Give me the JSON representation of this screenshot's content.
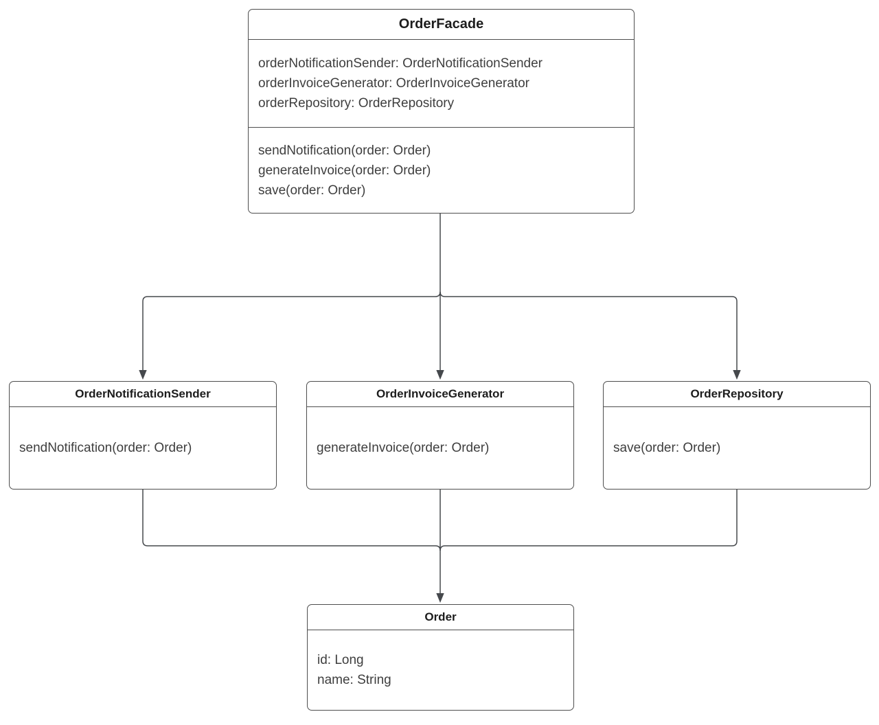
{
  "diagram": {
    "type": "uml-class-diagram",
    "pattern": "Facade",
    "classes": [
      {
        "id": "facade",
        "name": "OrderFacade",
        "attributes": [
          "orderNotificationSender: OrderNotificationSender",
          "orderInvoiceGenerator: OrderInvoiceGenerator",
          "orderRepository: OrderRepository"
        ],
        "methods": [
          "sendNotification(order: Order)",
          "generateInvoice(order: Order)",
          "save(order: Order)"
        ]
      },
      {
        "id": "sender",
        "name": "OrderNotificationSender",
        "attributes": [],
        "methods": [
          "sendNotification(order: Order)"
        ]
      },
      {
        "id": "generator",
        "name": "OrderInvoiceGenerator",
        "attributes": [],
        "methods": [
          "generateInvoice(order: Order)"
        ]
      },
      {
        "id": "repository",
        "name": "OrderRepository",
        "attributes": [],
        "methods": [
          "save(order: Order)"
        ]
      },
      {
        "id": "order",
        "name": "Order",
        "attributes": [
          "id: Long",
          "name: String"
        ],
        "methods": []
      }
    ],
    "edges": [
      {
        "from": "OrderFacade",
        "to": "OrderNotificationSender",
        "style": "solid-directed-arrow"
      },
      {
        "from": "OrderFacade",
        "to": "OrderInvoiceGenerator",
        "style": "solid-directed-arrow"
      },
      {
        "from": "OrderFacade",
        "to": "OrderRepository",
        "style": "solid-directed-arrow"
      },
      {
        "from": "OrderNotificationSender",
        "to": "Order",
        "style": "solid-directed-arrow"
      },
      {
        "from": "OrderInvoiceGenerator",
        "to": "Order",
        "style": "solid-directed-arrow"
      },
      {
        "from": "OrderRepository",
        "to": "Order",
        "style": "solid-directed-arrow"
      }
    ],
    "colors": {
      "border": "#4d4d4d",
      "text": "#3e3e3e",
      "title": "#1c1c1c",
      "background": "#ffffff",
      "connector": "#45484c"
    }
  }
}
